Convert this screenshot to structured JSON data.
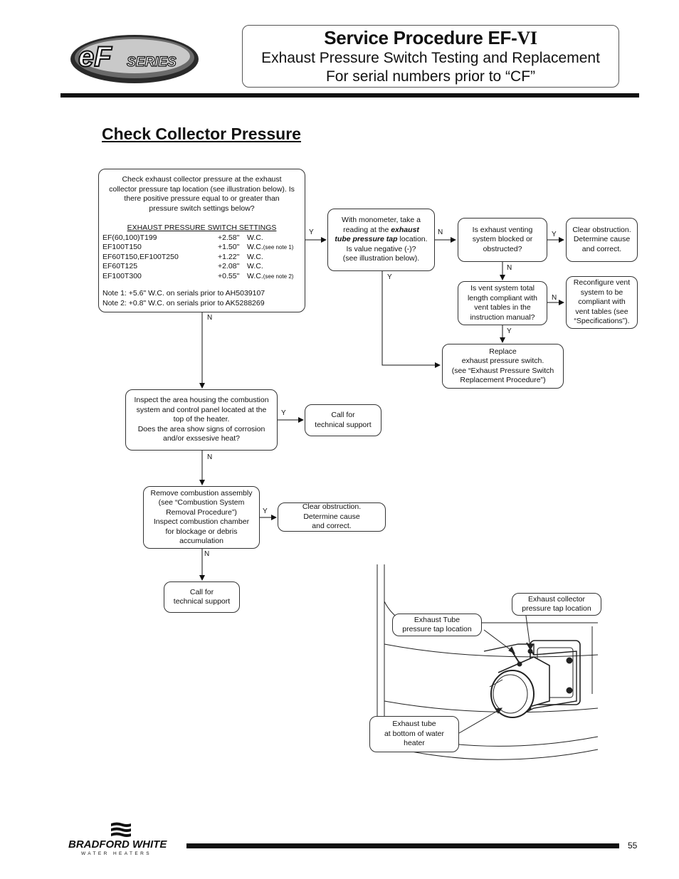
{
  "header": {
    "logo_text": "SERIES",
    "logo_letters": "eF",
    "title_main": "Service Procedure EF-",
    "title_suffix": "VI",
    "subtitle_line1": "Exhaust Pressure Switch Testing and Replacement",
    "subtitle_line2": "For serial numbers prior to “CF”"
  },
  "section_title": "Check Collector Pressure",
  "flowchart": {
    "start": {
      "line1": "Check exhaust collector pressure at the exhaust",
      "line2": "collector pressure tap location (see illustration below). Is",
      "line3": "there positive pressure equal to or greater than",
      "line4": "pressure switch settings below?",
      "table_heading": "EXHAUST PRESSURE SWITCH SETTINGS",
      "settings": [
        {
          "model": "EF(60,100)T199",
          "value": "+2.58\"",
          "unit": "W.C.",
          "note": ""
        },
        {
          "model": "EF100T150",
          "value": "+1.50\"",
          "unit": "W.C.",
          "note": "(see note 1)"
        },
        {
          "model": "EF60T150,EF100T250",
          "value": "+1.22\"",
          "unit": "W.C.",
          "note": ""
        },
        {
          "model": "EF60T125",
          "value": "+2.08\"",
          "unit": "W.C.",
          "note": ""
        },
        {
          "model": "EF100T300",
          "value": "+0.55\"",
          "unit": "W.C.",
          "note": "(see note 2)"
        }
      ],
      "note1": "Note 1: +5.6\" W.C. on serials prior to AH5039107",
      "note2": "Note 2: +0.8\" W.C. on serials prior to AK5288269"
    },
    "monometer": {
      "line1": "With monometer, take a",
      "line2a": "reading at the ",
      "line2b": "exhaust",
      "line3a": "tube pressure tap",
      "line3b": " location.",
      "line4": "Is value negative (-)?",
      "line5": "(see illustration below)."
    },
    "venting_blocked": {
      "line1": "Is exhaust venting",
      "line2": "system blocked or",
      "line3": "obstructed?"
    },
    "clear_obstruction_1": {
      "line1": "Clear obstruction.",
      "line2": "Determine cause",
      "line3": "and correct."
    },
    "vent_compliant": {
      "line1": "Is vent system total",
      "line2": "length compliant with",
      "line3": "vent tables in the",
      "line4": "instruction manual?"
    },
    "reconfigure_vent": {
      "line1": "Reconfigure vent",
      "line2": "system to be",
      "line3": "compliant with",
      "line4": "vent tables (see",
      "line5": "“Specifications”)."
    },
    "replace_switch": {
      "line1": "Replace",
      "line2": "exhaust pressure switch.",
      "line3": "(see “Exhaust Pressure Switch",
      "line4": "Replacement Procedure”)"
    },
    "inspect_area": {
      "line1": "Inspect the area housing the combustion",
      "line2": "system and control panel located at the",
      "line3": "top of the heater.",
      "line4": "Does the area show signs of corrosion",
      "line5": "and/or exssesive heat?"
    },
    "call_support_1": {
      "line1": "Call for",
      "line2": "technical support"
    },
    "remove_assembly": {
      "line1": "Remove combustion assembly",
      "line2": "(see “Combustion System",
      "line3": "Removal Procedure”)",
      "line4": "Inspect combustion chamber",
      "line5": "for blockage or debris",
      "line6": "accumulation"
    },
    "clear_obstruction_2": {
      "line1": "Clear obstruction.",
      "line2": "Determine cause",
      "line3": "and correct."
    },
    "call_support_2": {
      "line1": "Call for",
      "line2": "technical support"
    },
    "labels": {
      "yes": "Y",
      "no": "N"
    }
  },
  "illustration": {
    "collector_tap": {
      "line1": "Exhaust collector",
      "line2": "pressure tap location"
    },
    "tube_tap": {
      "line1": "Exhaust Tube",
      "line2": "pressure tap location"
    },
    "tube_bottom": {
      "line1": "Exhaust tube",
      "line2": "at bottom of water",
      "line3": "heater"
    }
  },
  "footer": {
    "brand": "BRADFORD WHITE",
    "brand_sub": "WATER HEATERS",
    "page_number": "55"
  }
}
